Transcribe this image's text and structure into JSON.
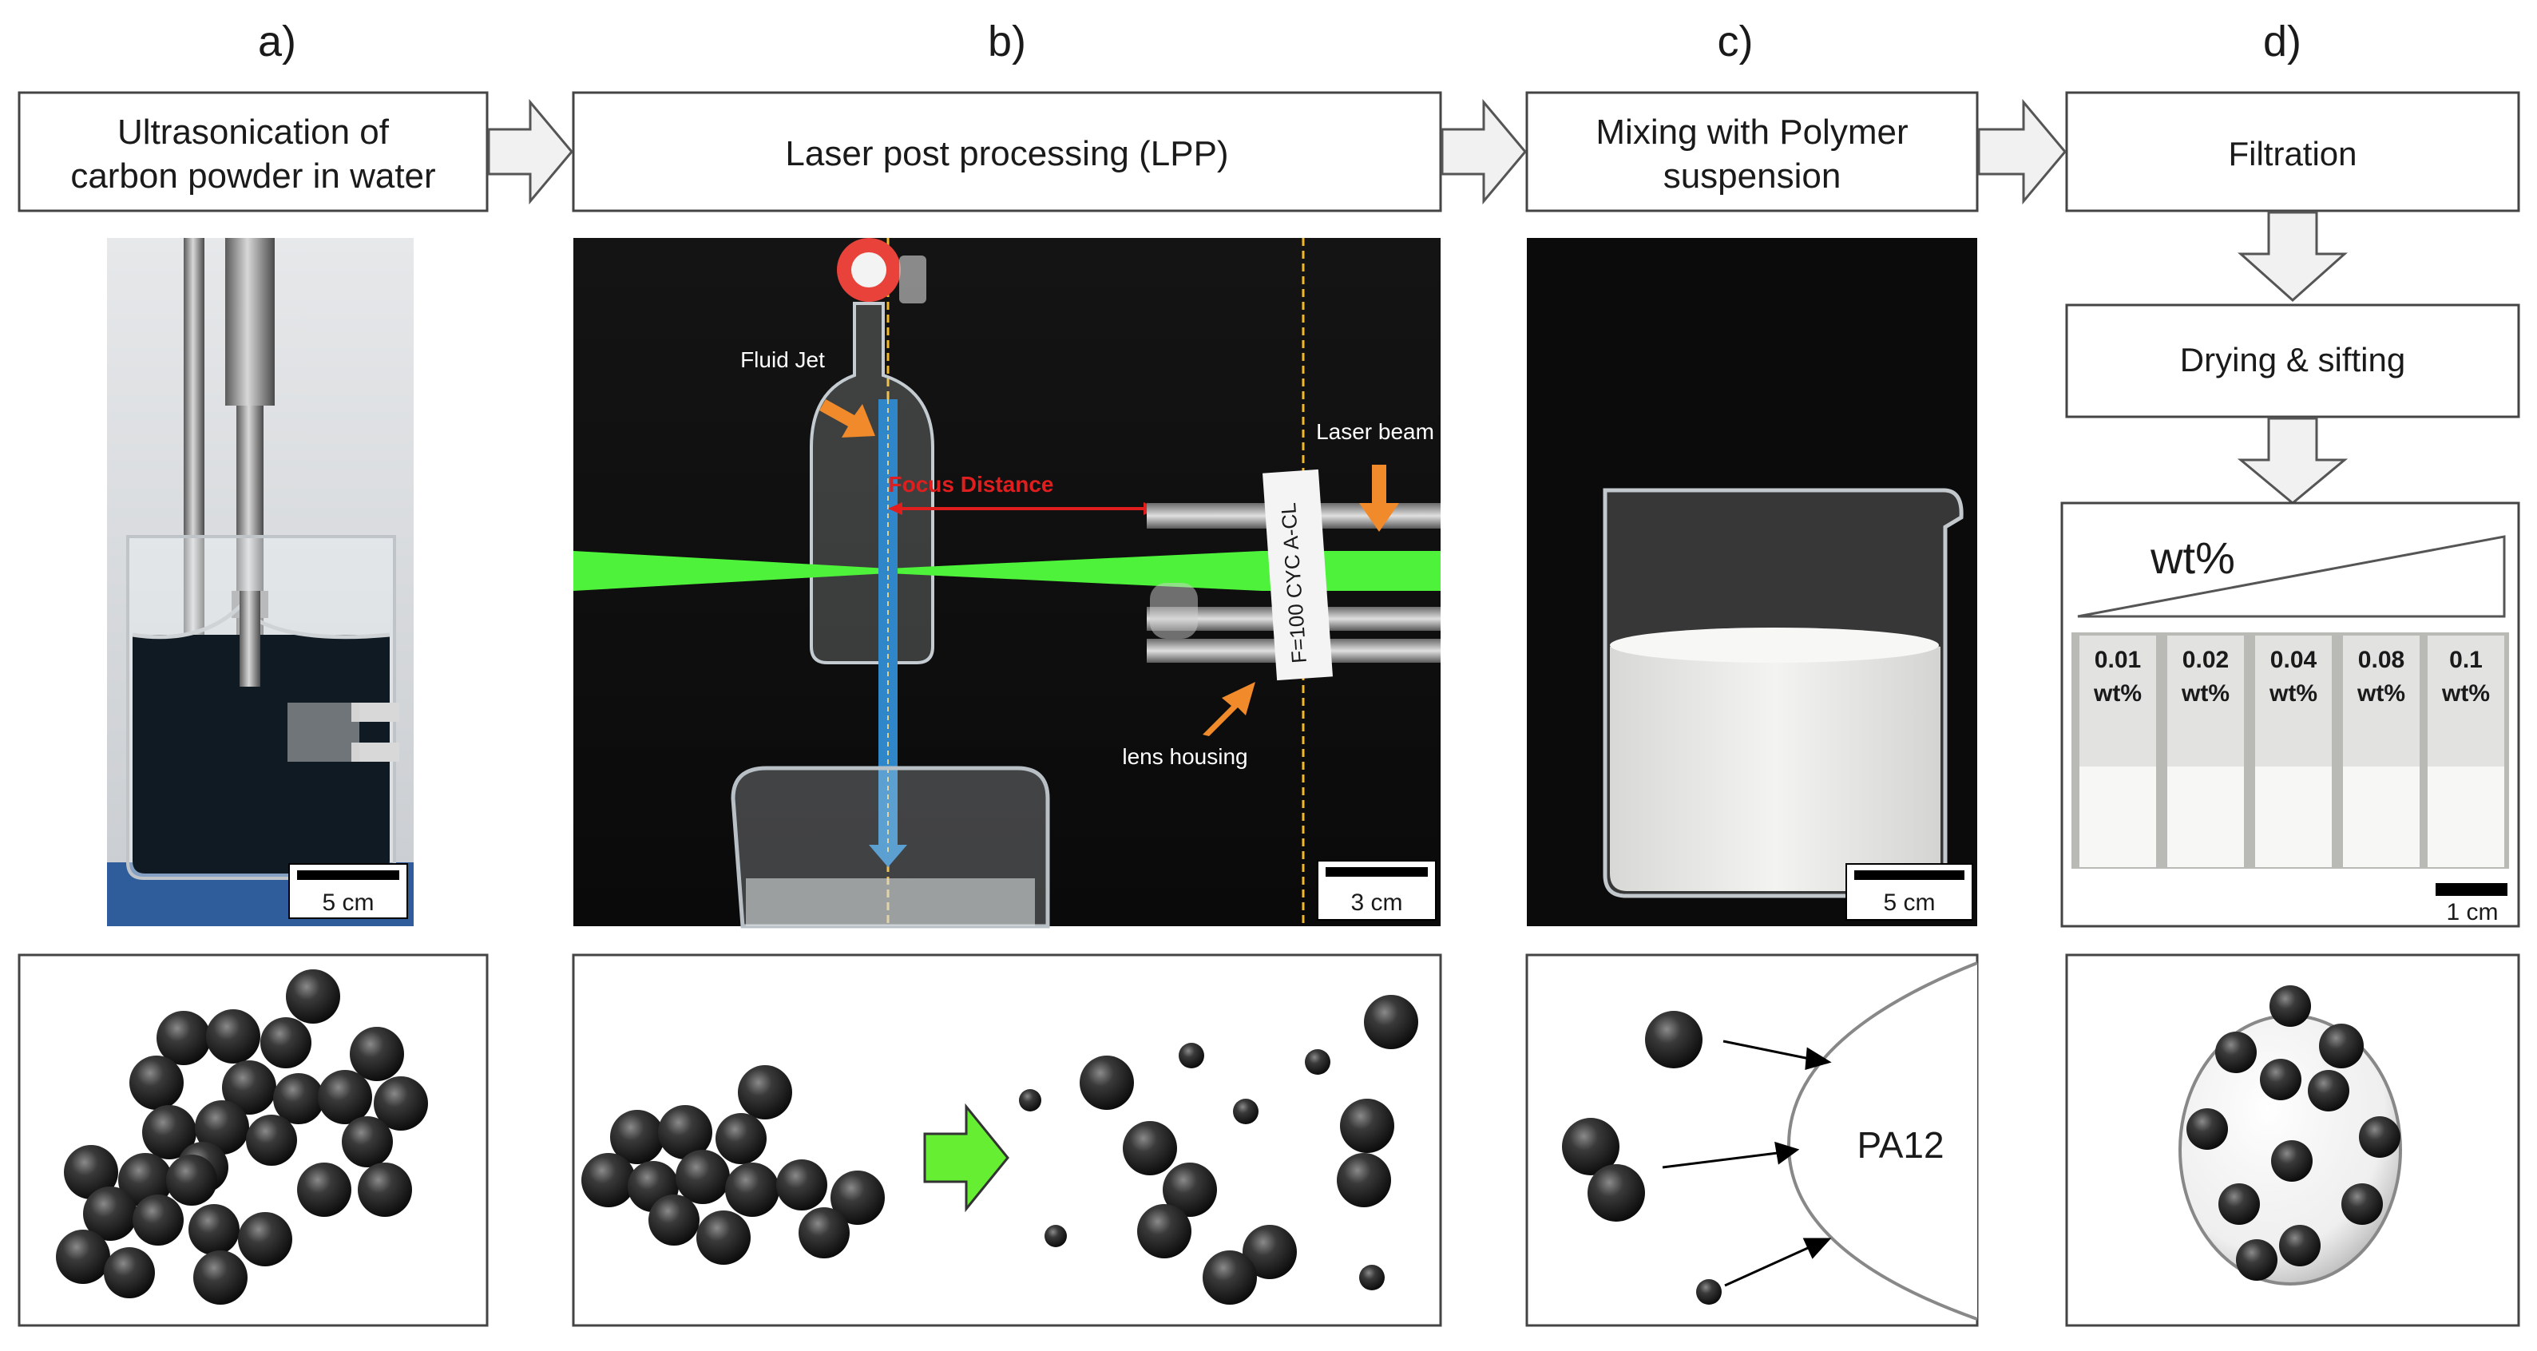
{
  "panels": {
    "a": {
      "letter": "a)",
      "step": [
        "Ultrasonication of",
        "carbon powder in water"
      ],
      "scale_bar": "5 cm"
    },
    "b": {
      "letter": "b)",
      "step": [
        "Laser post processing (LPP)"
      ],
      "scale_bar": "3 cm",
      "labels": {
        "fluid_jet": "Fluid Jet",
        "focus_distance": "Focus Distance",
        "laser_beam": "Laser beam",
        "lens_housing": "lens housing",
        "lens_tag": "F=100 CYC A-CL"
      }
    },
    "c": {
      "letter": "c)",
      "step": [
        "Mixing with Polymer",
        "suspension"
      ],
      "scale_bar": "5 cm",
      "polymer": "PA12"
    },
    "d": {
      "letter": "d)",
      "steps": [
        "Filtration",
        "Drying & sifting"
      ],
      "wt_header": "wt%",
      "samples": [
        {
          "value": "0.01",
          "unit": "wt%"
        },
        {
          "value": "0.02",
          "unit": "wt%"
        },
        {
          "value": "0.04",
          "unit": "wt%"
        },
        {
          "value": "0.08",
          "unit": "wt%"
        },
        {
          "value": "0.1",
          "unit": "wt%"
        }
      ],
      "scale_bar": "1 cm"
    }
  },
  "colors": {
    "laser": "#4ef23a",
    "jet": "#2f87c9",
    "arrow_orange": "#f08a2a",
    "focus_red": "#e01e1e",
    "process_arrow": "#66ee33"
  }
}
